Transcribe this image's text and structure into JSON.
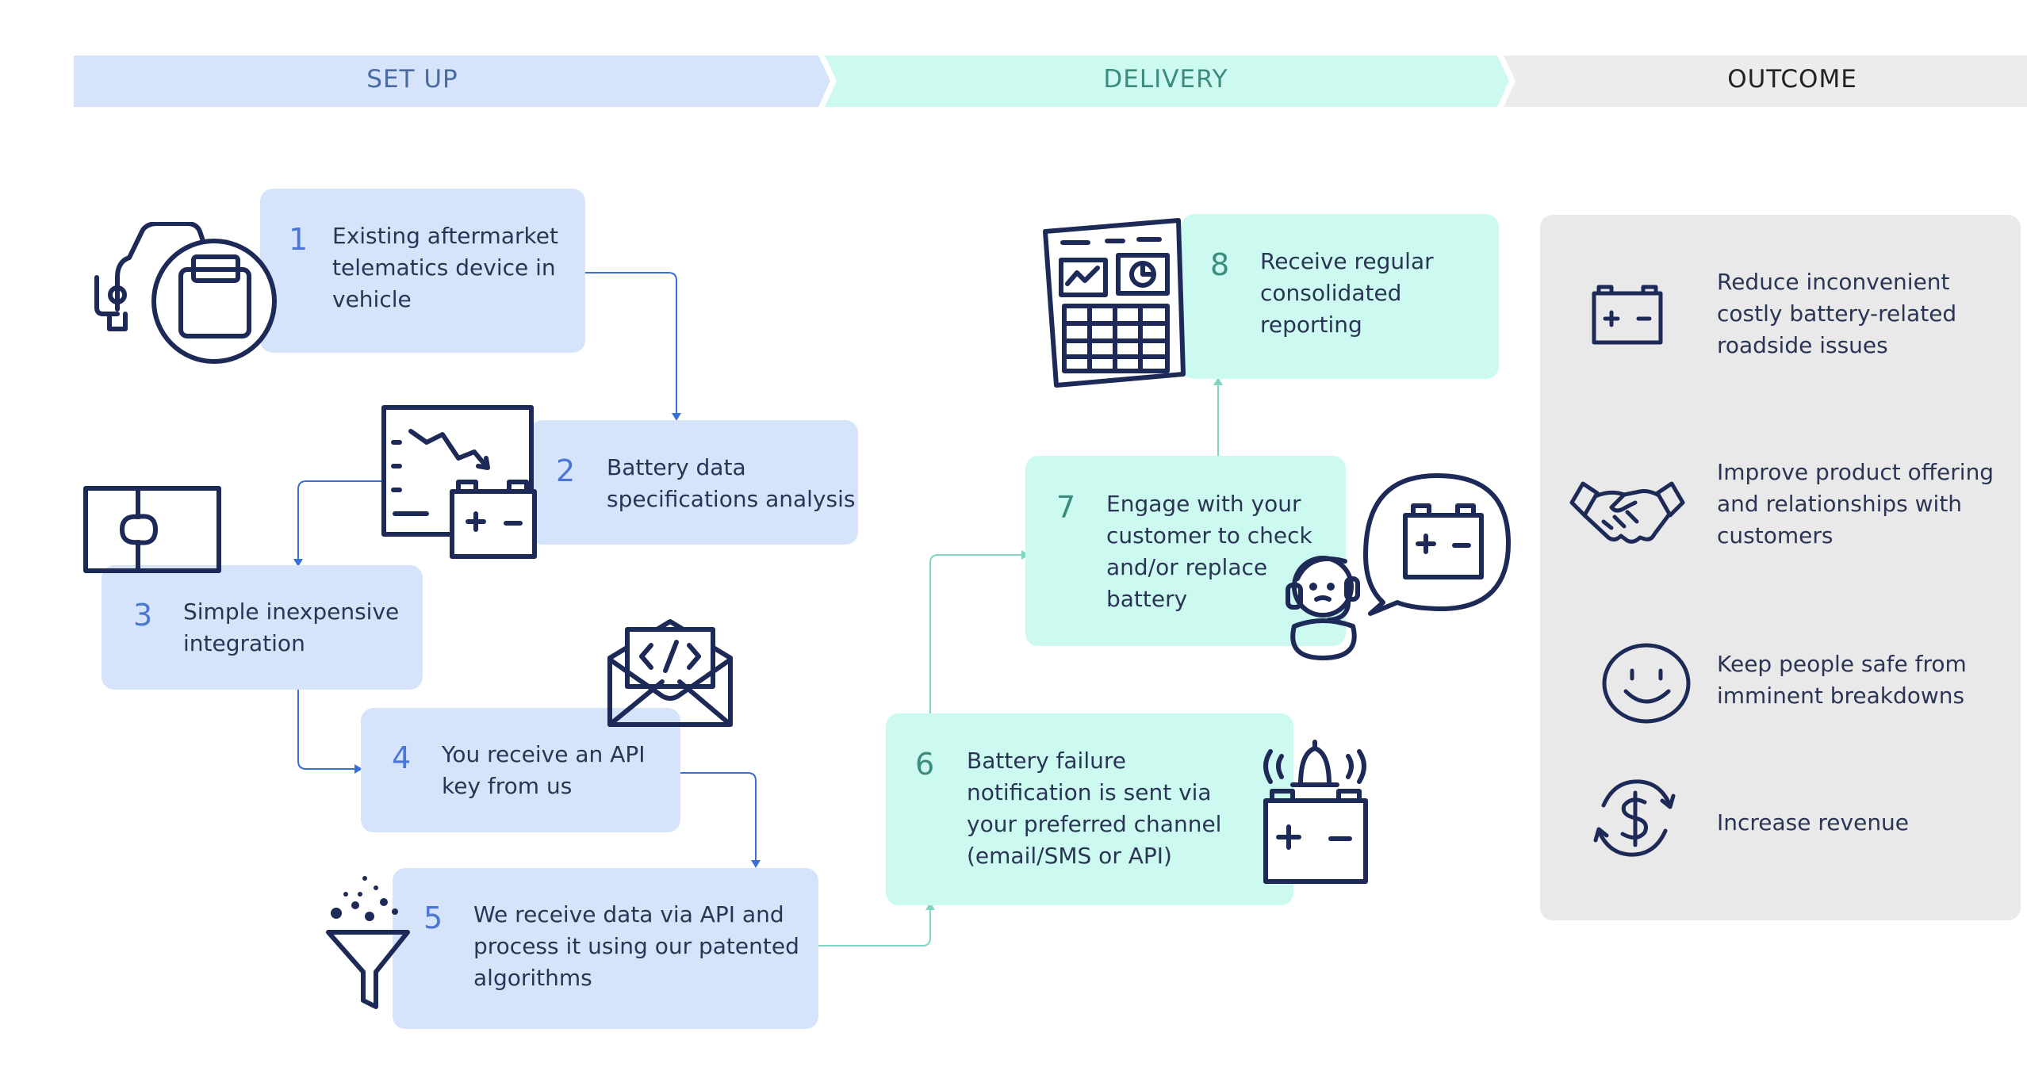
{
  "phases": {
    "setup": "SET UP",
    "delivery": "DELIVERY",
    "outcome": "OUTCOME"
  },
  "colors": {
    "setup_band": "#d6e4fb",
    "delivery_band": "#cdfaf0",
    "outcome_band": "#ececec",
    "setup_text": "#4a6aa0",
    "delivery_text": "#3c8c7e",
    "outcome_text": "#222222",
    "setup_arrow": "#3a6fd8",
    "delivery_arrow": "#7fd6c2",
    "icon_stroke": "#1d2a57"
  },
  "steps": [
    {
      "num": "1",
      "lines": [
        "Existing aftermarket",
        "telematics device in",
        "vehicle"
      ],
      "icon": "car-device-icon"
    },
    {
      "num": "2",
      "lines": [
        "Battery data",
        "specifications analysis"
      ],
      "icon": "chart-battery-icon"
    },
    {
      "num": "3",
      "lines": [
        "Simple inexpensive",
        "integration"
      ],
      "icon": "puzzle-icon"
    },
    {
      "num": "4",
      "lines": [
        "You receive an API",
        "key from us"
      ],
      "icon": "envelope-code-icon"
    },
    {
      "num": "5",
      "lines": [
        "We receive data via API and",
        "process it using our patented",
        "algorithms"
      ],
      "icon": "funnel-icon"
    },
    {
      "num": "6",
      "lines": [
        "Battery failure",
        "notification is sent via",
        "your preferred channel",
        "(email/SMS or API)"
      ],
      "icon": "battery-alarm-icon"
    },
    {
      "num": "7",
      "lines": [
        "Engage with your",
        "customer to check",
        "and/or replace",
        "battery"
      ],
      "icon": "support-agent-icon"
    },
    {
      "num": "8",
      "lines": [
        "Receive regular",
        "consolidated",
        "reporting"
      ],
      "icon": "report-dashboard-icon"
    }
  ],
  "outcomes": [
    {
      "lines": [
        "Reduce inconvenient",
        "costly battery-related",
        "roadside issues"
      ],
      "icon": "battery-icon"
    },
    {
      "lines": [
        "Improve product offering",
        "and relationships with",
        "customers"
      ],
      "icon": "handshake-icon"
    },
    {
      "lines": [
        "Keep people safe from",
        "imminent breakdowns"
      ],
      "icon": "smiley-icon"
    },
    {
      "lines": [
        "Increase revenue"
      ],
      "icon": "dollar-cycle-icon"
    }
  ]
}
